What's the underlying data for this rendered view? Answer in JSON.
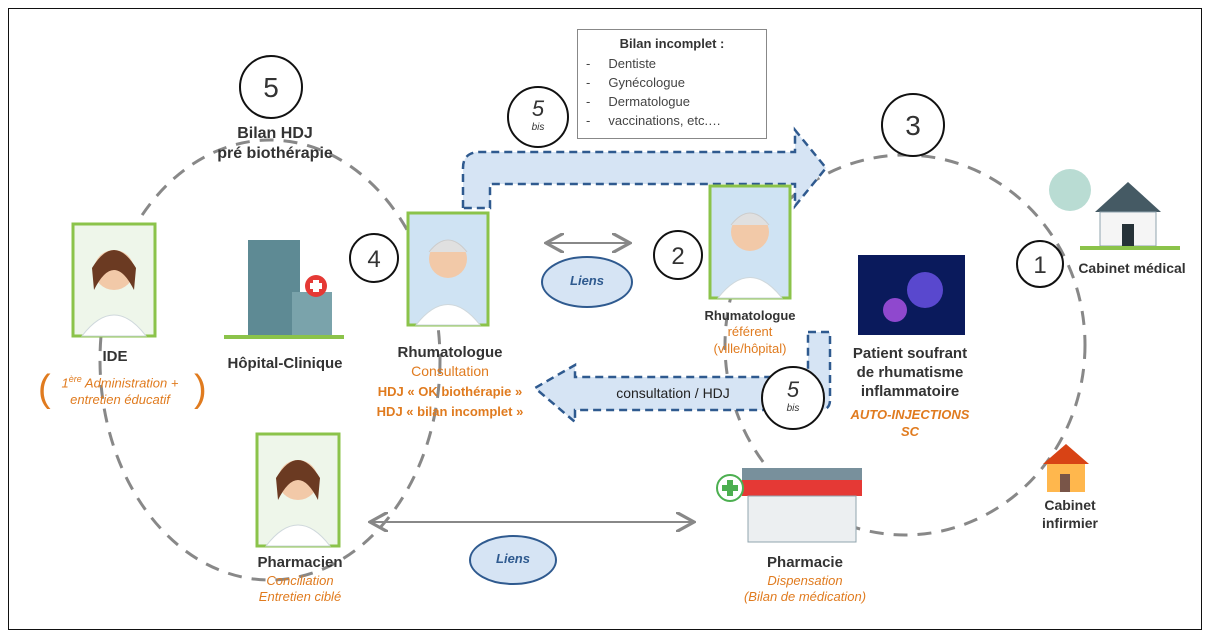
{
  "circles": {
    "n5_top": "5",
    "n3": "3",
    "n4": "4",
    "n2": "2",
    "n1": "1",
    "n5bis_top": "5",
    "n5bis_bottom": "5",
    "bis": "bis"
  },
  "bilan_incomplet": {
    "title": "Bilan incomplet :",
    "items": [
      "Dentiste",
      "Gynécologue",
      "Dermatologue",
      "vaccinations, etc.…"
    ],
    "bullet": "-"
  },
  "bilan_hdj": {
    "line1": "Bilan HDJ",
    "line2": "pré biothérapie"
  },
  "ide": {
    "title": "IDE",
    "line1_sup": "ère",
    "line1_pre": "1",
    "line1_post": " Administration +",
    "line2": "entretien éducatif"
  },
  "hopital": {
    "label": "Hôpital-Clinique"
  },
  "rhumato_left": {
    "title": "Rhumatologue",
    "sub": "Consultation",
    "hdj1": "HDJ « OK biothérapie »",
    "hdj2": "HDJ « bilan incomplet »"
  },
  "liens_top": "Liens",
  "liens_bottom": "Liens",
  "rhumato_right": {
    "title": "Rhumatologue",
    "line2": "référent",
    "line3": "(ville/hôpital)"
  },
  "patient": {
    "line1": "Patient soufrant",
    "line2": "de rhumatisme",
    "line3": "inflammatoire",
    "line4": "AUTO-INJECTIONS",
    "line5": "SC"
  },
  "cabinet_medical": "Cabinet médical",
  "cabinet_infirmier": {
    "line1": "Cabinet",
    "line2": "infirmier"
  },
  "consultation_arrow": "consultation / HDJ",
  "pharmacien": {
    "title": "Pharmacien",
    "line1": "Conciliation",
    "line2": "Entretien ciblé"
  },
  "pharmacie": {
    "title": "Pharmacie",
    "line1": "Dispensation",
    "line2": "(Bilan de médication)"
  },
  "colors": {
    "orange": "#e07b1f",
    "blue_dash": "#2f5a8f",
    "light_blue": "#d6e4f4",
    "green_frame": "#8bc34a",
    "grey_dash": "#888888"
  }
}
